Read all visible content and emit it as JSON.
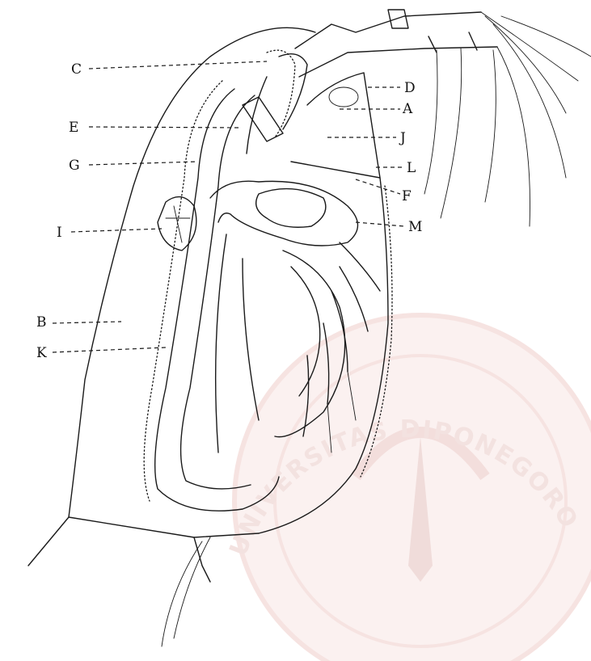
{
  "diagram": {
    "labels": {
      "C": "C",
      "D": "D",
      "E": "E",
      "A": "A",
      "J": "J",
      "G": "G",
      "L": "L",
      "F": "F",
      "I": "I",
      "M": "M",
      "B": "B",
      "K": "K"
    }
  },
  "watermark": {
    "text": "UNIVERSITAS DIPONEGORO",
    "color": "#f3e2e0"
  }
}
